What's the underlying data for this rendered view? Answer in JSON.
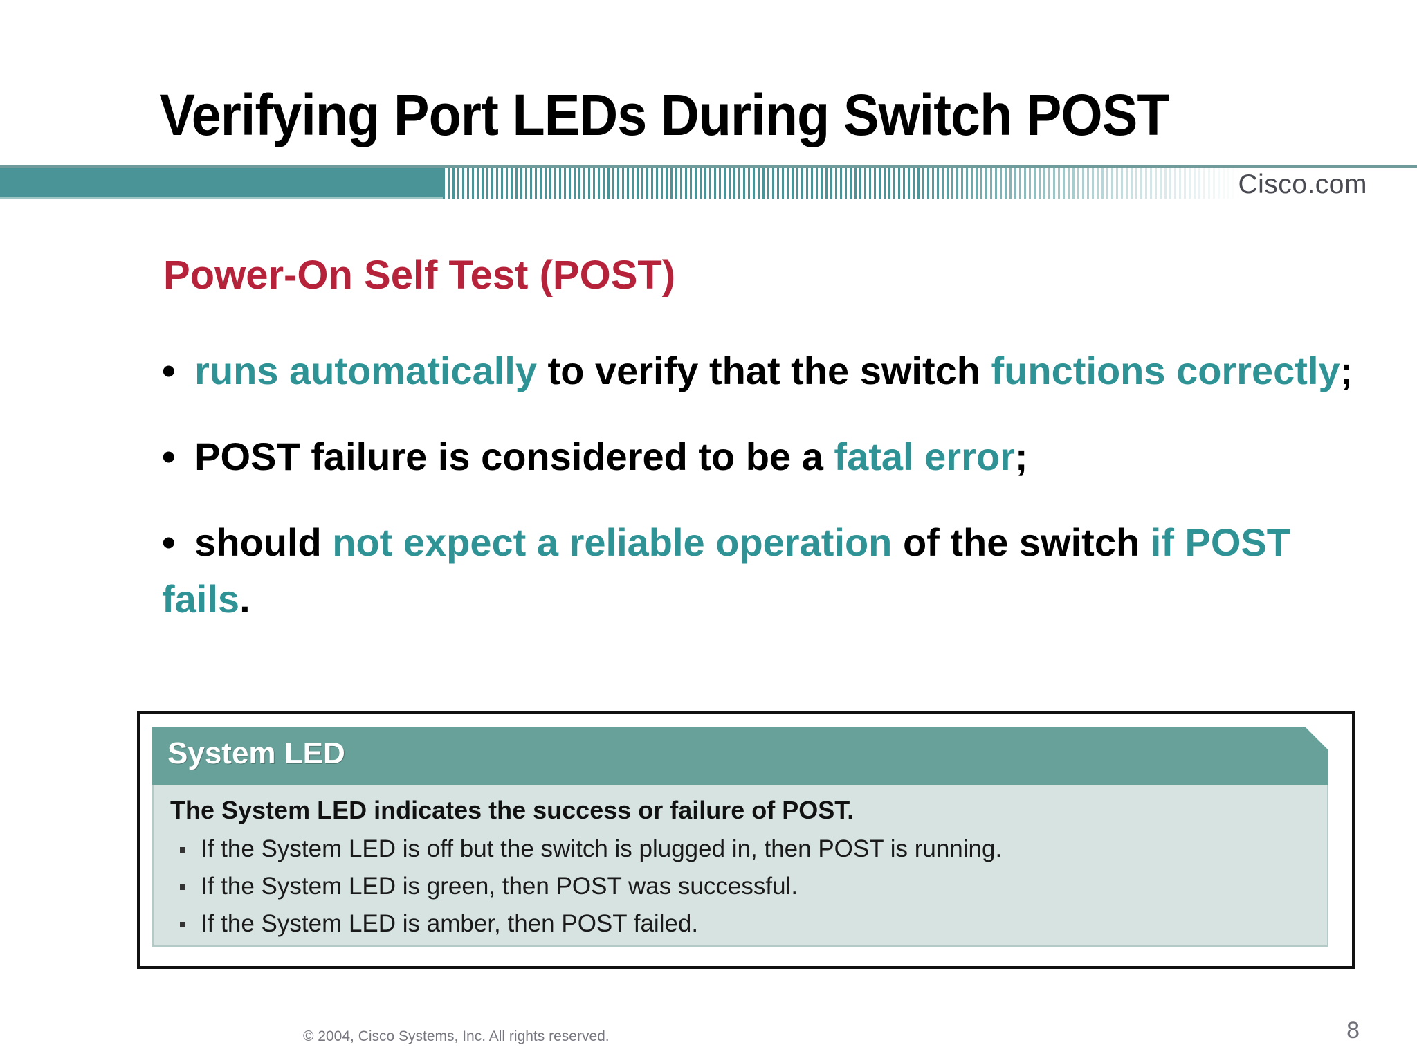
{
  "slide": {
    "title": "Verifying Port LEDs During Switch POST",
    "brand": "Cisco.com",
    "heading": "Power-On Self Test (POST)",
    "bullet_marker": "•"
  },
  "bullets": [
    {
      "segments": [
        {
          "text": "runs automatically ",
          "accent": true
        },
        {
          "text": "to verify that the switch ",
          "accent": false
        },
        {
          "text": "functions correctly",
          "accent": true
        },
        {
          "text": ";",
          "accent": false
        }
      ]
    },
    {
      "segments": [
        {
          "text": "POST failure is considered to be a ",
          "accent": false
        },
        {
          "text": "fatal error",
          "accent": true
        },
        {
          "text": ";",
          "accent": false
        }
      ]
    },
    {
      "segments": [
        {
          "text": "should ",
          "accent": false
        },
        {
          "text": "not expect a reliable operation ",
          "accent": true
        },
        {
          "text": "of the switch ",
          "accent": false
        },
        {
          "text": "if POST fails",
          "accent": true
        },
        {
          "text": ".",
          "accent": false
        }
      ]
    }
  ],
  "figure": {
    "header_label": "System LED",
    "lead": "The System LED indicates the success or failure of POST.",
    "items": [
      "If the System LED is off but the switch is plugged in, then POST is running.",
      "If the System LED is green, then POST was successful.",
      "If the System LED is amber, then POST failed."
    ]
  },
  "footer": {
    "copyright": "© 2004, Cisco Systems, Inc. All rights reserved.",
    "page_number": "8"
  },
  "colors": {
    "band_teal": "#4a9397",
    "accent_teal": "#2f9295",
    "heading_red": "#b5223a",
    "figure_header": "#68a09a",
    "figure_body": "#d6e3e1"
  }
}
